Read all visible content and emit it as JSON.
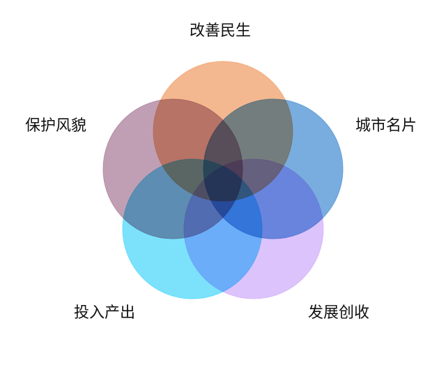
{
  "diagram": {
    "type": "venn-five-circles",
    "sets": [
      {
        "label": "改善民生",
        "color": "#f2a878"
      },
      {
        "label": "城市名片",
        "color": "#5b9bd8"
      },
      {
        "label": "发展创收",
        "color": "#d6b6fb"
      },
      {
        "label": "投入产出",
        "color": "#5fdcfb"
      },
      {
        "label": "保护风貌",
        "color": "#b28aa3"
      }
    ]
  }
}
